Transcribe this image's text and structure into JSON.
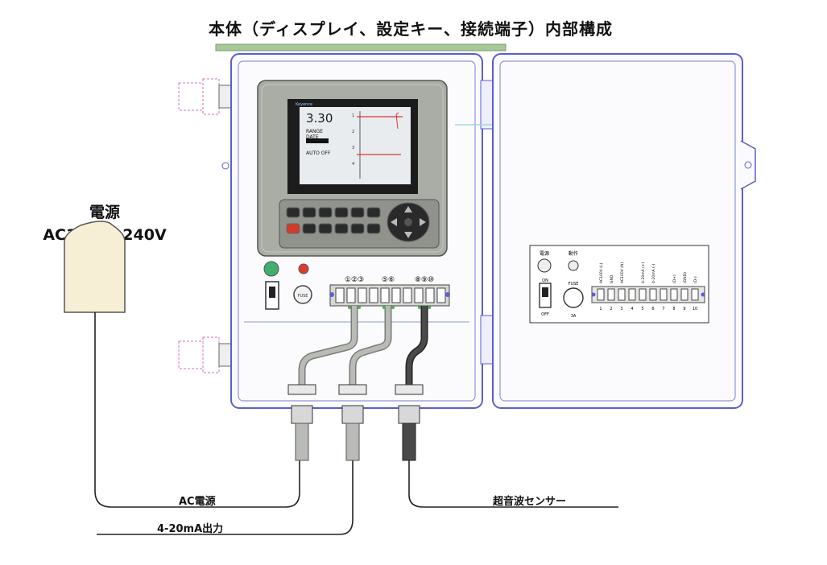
{
  "title": "本体（ディスプレイ、設定キー、接続端子）内部構成",
  "power": {
    "label": "電源",
    "voltage": "AC100V~240V"
  },
  "cables": {
    "ac": "AC電源",
    "output": "4-20mA出力",
    "sensor": "超音波センサー"
  },
  "display": {
    "value": "3.30",
    "menu": [
      "RANGE",
      "DATE",
      "",
      "AUTO OFF"
    ],
    "brand": "Keyence"
  },
  "terminal_groups": {
    "group1": "①②③",
    "group2": "⑤⑥",
    "group3": "⑧⑨⑩"
  },
  "door_panel": {
    "power": "電源",
    "operation": "動作",
    "on": "ON",
    "off": "OFF",
    "fuse": "FUSE",
    "fuse_rating": "3A",
    "terminal_numbers": [
      "1",
      "2",
      "3",
      "4",
      "5",
      "6",
      "7",
      "8",
      "9",
      "10"
    ],
    "terminal_labels": [
      "AC100V (L)",
      "GND",
      "AC100V (N)",
      "4-20mA (+)",
      "4-20mA (-)",
      "(D+)",
      "(GND)",
      "(D-)"
    ]
  },
  "buttons": {
    "fuse_cap": "FUSE"
  },
  "colors": {
    "housing_outline": "#5a5fd0",
    "panel_gray": "#a9ada6",
    "screen": "#e8ecef",
    "cable_gray": "#b9bcb6",
    "cable_dark": "#4a4a4a",
    "gland_pink": "#d070c0",
    "power_box": "#f7efd5"
  }
}
